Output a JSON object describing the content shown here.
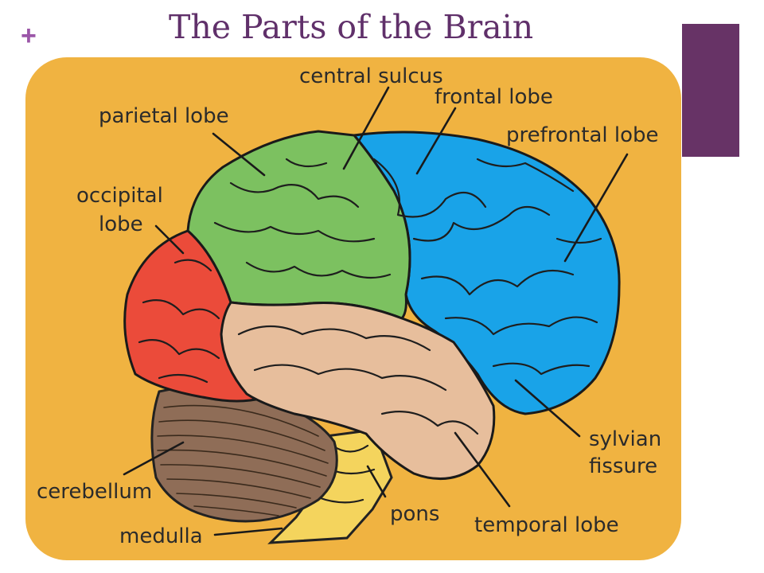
{
  "slide": {
    "title": "The Parts of the Brain",
    "plus_symbol": "+"
  },
  "colors": {
    "title": "#60306a",
    "plus": "#9b56a8",
    "accent_bar": "#673366",
    "panel_background": "#f0b341",
    "frontal_region": "#19a3e8",
    "parietal_region": "#7cc160",
    "occipital_region": "#eb4b3a",
    "temporal_region": "#e7be9c",
    "cerebellum_region": "#8f6d57",
    "brainstem_region": "#f4d45d"
  },
  "labels": {
    "central_sulcus": "central sulcus",
    "frontal_lobe": "frontal lobe",
    "parietal_lobe": "parietal lobe",
    "prefrontal_lobe": "prefrontal lobe",
    "occipital_line1": "occipital",
    "occipital_line2": "lobe",
    "sylvian_line1": "sylvian",
    "sylvian_line2": "fissure",
    "cerebellum": "cerebellum",
    "pons": "pons",
    "medulla": "medulla",
    "temporal_lobe": "temporal lobe"
  }
}
